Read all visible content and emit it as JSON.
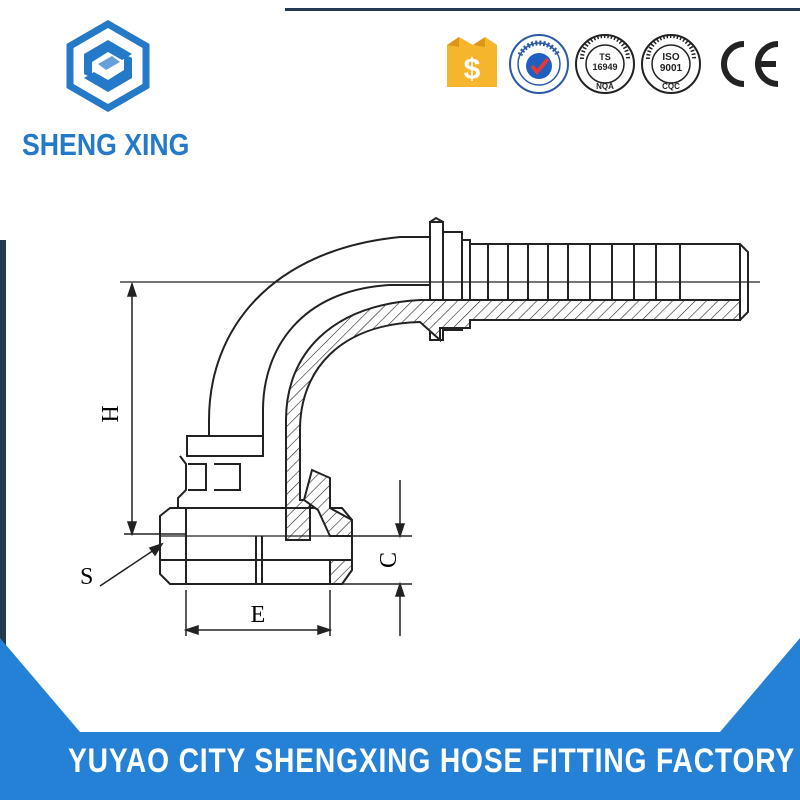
{
  "brand": {
    "name": "SHENG XING",
    "logo_icon": "sheng-xing-hexagon-logo",
    "color": "#2479c8"
  },
  "certifications": [
    {
      "icon": "dollar-badge-icon"
    },
    {
      "icon": "supplier-assessment-seal-icon",
      "text": "Supplier Assessment"
    },
    {
      "icon": "ts16949-seal-icon",
      "ring_text": "QUALITY SYSTEM CERTIFICATION",
      "line1": "TS",
      "line2": "16949",
      "line3": "NQA"
    },
    {
      "icon": "iso9001-seal-icon",
      "ring_text": "QUALITY ASSURED FIRM",
      "line1": "ISO",
      "line2": "9001",
      "line3": "CQC"
    },
    {
      "icon": "ce-mark-icon",
      "text": "CE"
    }
  ],
  "diagram": {
    "labels": {
      "h": "H",
      "s": "S",
      "c": "C",
      "e": "E"
    }
  },
  "footer": {
    "company": "YUYAO CITY SHENGXING HOSE FITTING FACTORY",
    "color": "#2481d6"
  }
}
